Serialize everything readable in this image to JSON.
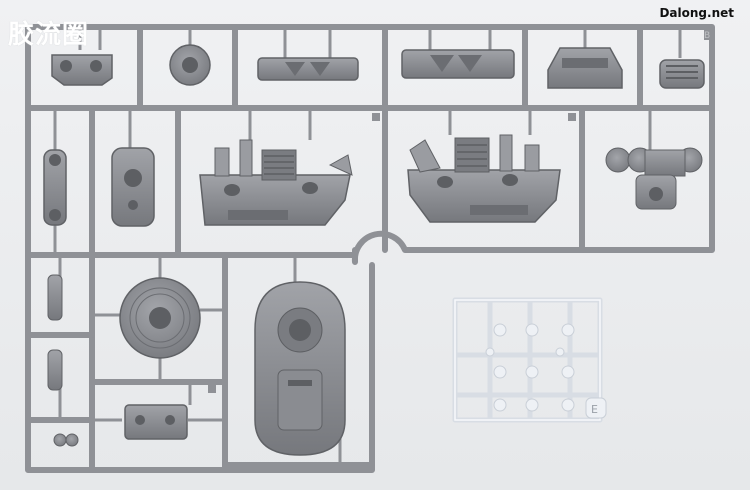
{
  "watermark": {
    "text": "胶流圈"
  },
  "site_label": {
    "text": "Dalong.net"
  },
  "sprue": {
    "frame_color": "#8f9196",
    "part_color": "#85878c",
    "dark_color": "#5d5f63",
    "clear_color": "#e4e8ee",
    "tag_letter_gray": "B",
    "tag_letter_clear": "E"
  }
}
